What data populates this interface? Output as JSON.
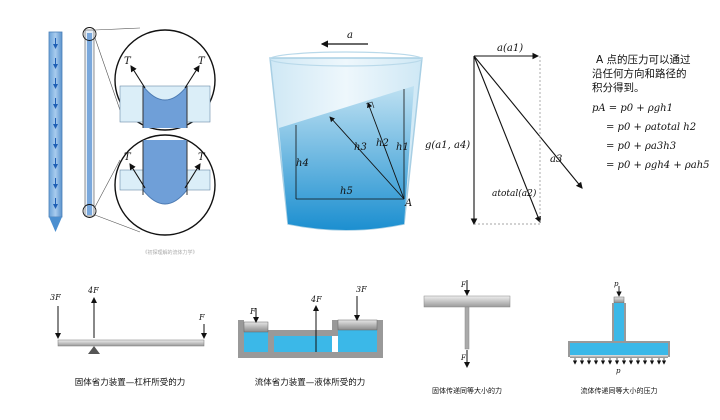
{
  "top": {
    "capillary": {
      "tension_label_left": "T",
      "tension_label_right": "T",
      "tension_label_left_2": "T",
      "tension_label_right_2": "T",
      "caption": "《初探理解的流体力学》"
    },
    "cup": {
      "accel_label": "a",
      "h4": "h4",
      "h3": "h3",
      "h2": "h2",
      "h1": "h1",
      "h5": "h5",
      "point": "A"
    },
    "vectors": {
      "top_label": "a(a1)",
      "g_label": "g(a1, a4)",
      "a3_label": "a3",
      "atotal_label": "atotal(a2)"
    },
    "explanation": {
      "line1": "A 点的压力可以通过",
      "line2": "沿任何方向和路径的",
      "line3": "积分得到。",
      "eq0": "pA = p0 + ρgh1",
      "eq1": "= p0 + ρatotal h2",
      "eq2": "= p0 + ρa3h3",
      "eq3": "= p0 + ρgh4 + ρah5"
    }
  },
  "bottom": {
    "lever": {
      "label_3f": "3F",
      "label_4f": "4F",
      "label_f": "F",
      "caption": "固体省力装置—杠杆所受的力"
    },
    "hydraulic": {
      "label_f": "F",
      "label_4f": "4F",
      "label_3f": "3F",
      "caption": "流体省力装置—液体所受的力"
    },
    "solid_transfer": {
      "label_f_top": "F",
      "label_f_bottom": "F",
      "caption": "固体传递同等大小的力"
    },
    "fluid_transfer": {
      "label_p_top": "p",
      "label_p_bottom": "p",
      "caption": "流体传递同等大小的压力"
    }
  }
}
